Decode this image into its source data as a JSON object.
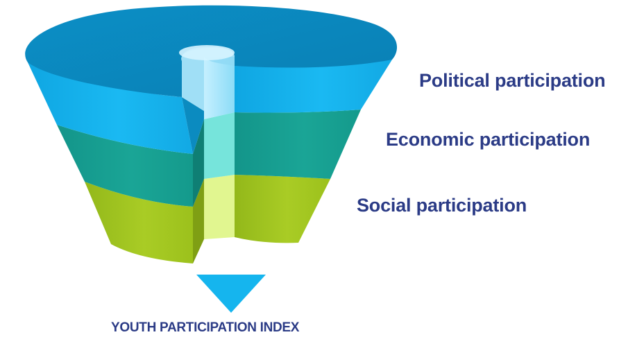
{
  "diagram": {
    "layers": [
      {
        "key": "political",
        "label": "Political participation",
        "color": "#1ab2ec",
        "side_color": "#0c9fd8"
      },
      {
        "key": "economic",
        "label": "Economic participation",
        "color": "#1aa394",
        "side_color": "#0f8f82"
      },
      {
        "key": "social",
        "label": "Social participation",
        "color": "#a6c823",
        "side_color": "#8fb317"
      }
    ],
    "top_color": "#0a8fc4",
    "arrow_color": "#15b5ee",
    "output_label": "YOUTH PARTICIPATION INDEX",
    "label_color": "#2b3b86"
  }
}
